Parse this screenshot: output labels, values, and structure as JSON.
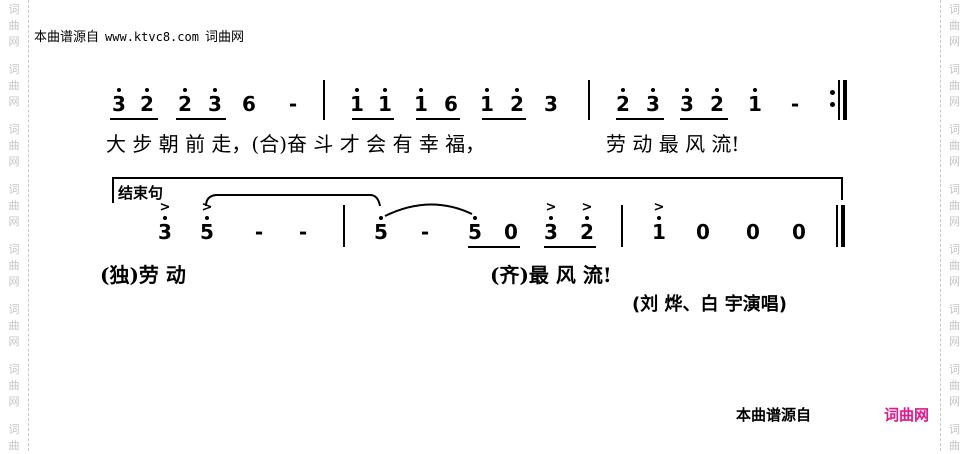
{
  "watermark": {
    "chars": [
      "词",
      "曲",
      "网"
    ],
    "color": "#c4c4c4"
  },
  "header": {
    "prefix": "本曲谱源自",
    "url": "www.ktvc8.com",
    "suffix": "词曲网"
  },
  "score": {
    "line1": {
      "measure1": [
        "3",
        "2",
        "2",
        "3",
        "6",
        "-"
      ],
      "measure2": [
        "1",
        "1",
        "1",
        "6",
        "1",
        "2",
        "3"
      ],
      "measure3": [
        "2",
        "3",
        "3",
        "2",
        "1",
        "-"
      ],
      "end_barline": "repeat-end",
      "lyrics": [
        "大 步 朝 前 走，(合)奋 斗 才 会 有 幸 福，",
        "劳 动 最 风 流!"
      ]
    },
    "line2": {
      "section_label": "结束句",
      "measure1": [
        "3",
        "5",
        "-",
        "-"
      ],
      "measure2": [
        "5",
        "-",
        "5",
        "0",
        "3",
        "2"
      ],
      "measure3": [
        "1",
        "0",
        "0",
        "0"
      ],
      "end_barline": "final",
      "lyrics_left": "(独)劳   动",
      "lyrics_right": "(齐)最  风    流!",
      "credit": "(刘  烨、白  宇演唱)"
    }
  },
  "footer": {
    "source_label": "本曲谱源自",
    "brand": "词曲网",
    "brand_color": "#e4168a"
  }
}
